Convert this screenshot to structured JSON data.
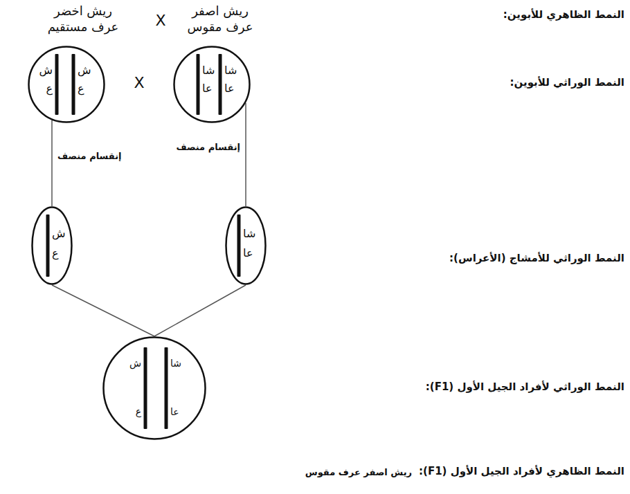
{
  "diagram": {
    "nodes": [
      {
        "text": [
          "ش",
          "ع",
          "ش",
          "ع"
        ]
      },
      {
        "text": [
          "شا",
          "عا",
          "شا",
          "عا"
        ]
      },
      {
        "text": [
          "ش",
          "ع"
        ]
      },
      {
        "text": [
          "شا",
          "عا"
        ]
      },
      {
        "text": [
          "ش",
          "ع",
          "شا",
          "عا"
        ]
      }
    ],
    "edges": [
      {
        "from": 0,
        "to": 2,
        "arrow": "none",
        "label": "إنقسام منصف"
      },
      {
        "from": 1,
        "to": 3,
        "arrow": "none",
        "label": "إنقسام منصف"
      },
      {
        "from": 2,
        "to": 4,
        "arrow": "none"
      },
      {
        "from": 3,
        "to": 4,
        "arrow": "none"
      }
    ],
    "labels": [
      "النمط الظاهري للأبوين:",
      "ريش اخضر عرف مستقيم",
      "X",
      "ريش اصفر عرف مقوس",
      "النمط الوراثي للأبوين:",
      "X",
      "النمط الوراثي للأمشاج (الأعراس):",
      "النمط الوراثي لأفراد الجيل الأول (F1):",
      "النمط الظاهري لأفراد الجيل الأول (F1):",
      "ريش اصفر عرف مقوس"
    ]
  }
}
